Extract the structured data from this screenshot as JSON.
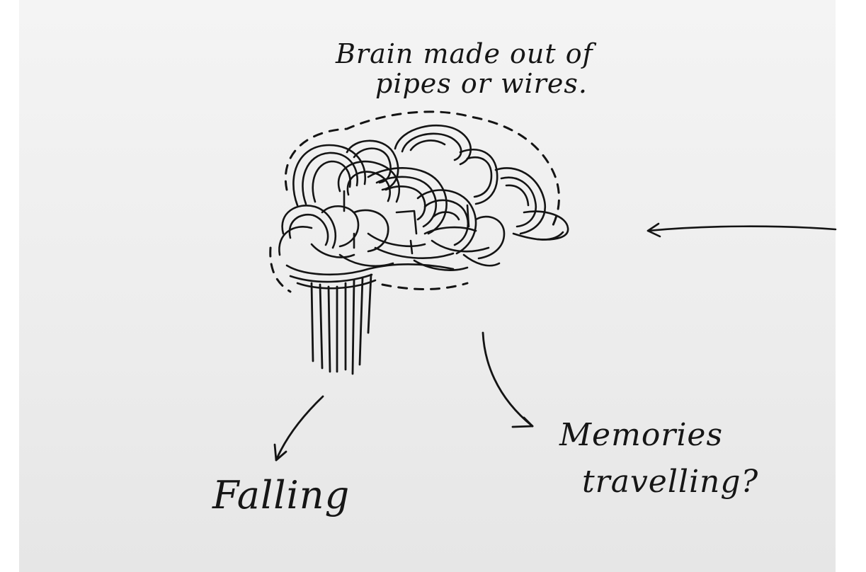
{
  "caption": {
    "line1": "Brain made out of",
    "line2": "pipes or wires."
  },
  "labels": {
    "falling": "Falling",
    "memories_line1": "Memories",
    "memories_line2": "travelling?"
  },
  "colors": {
    "ink": "#141414",
    "paper": "#eeeeee"
  }
}
